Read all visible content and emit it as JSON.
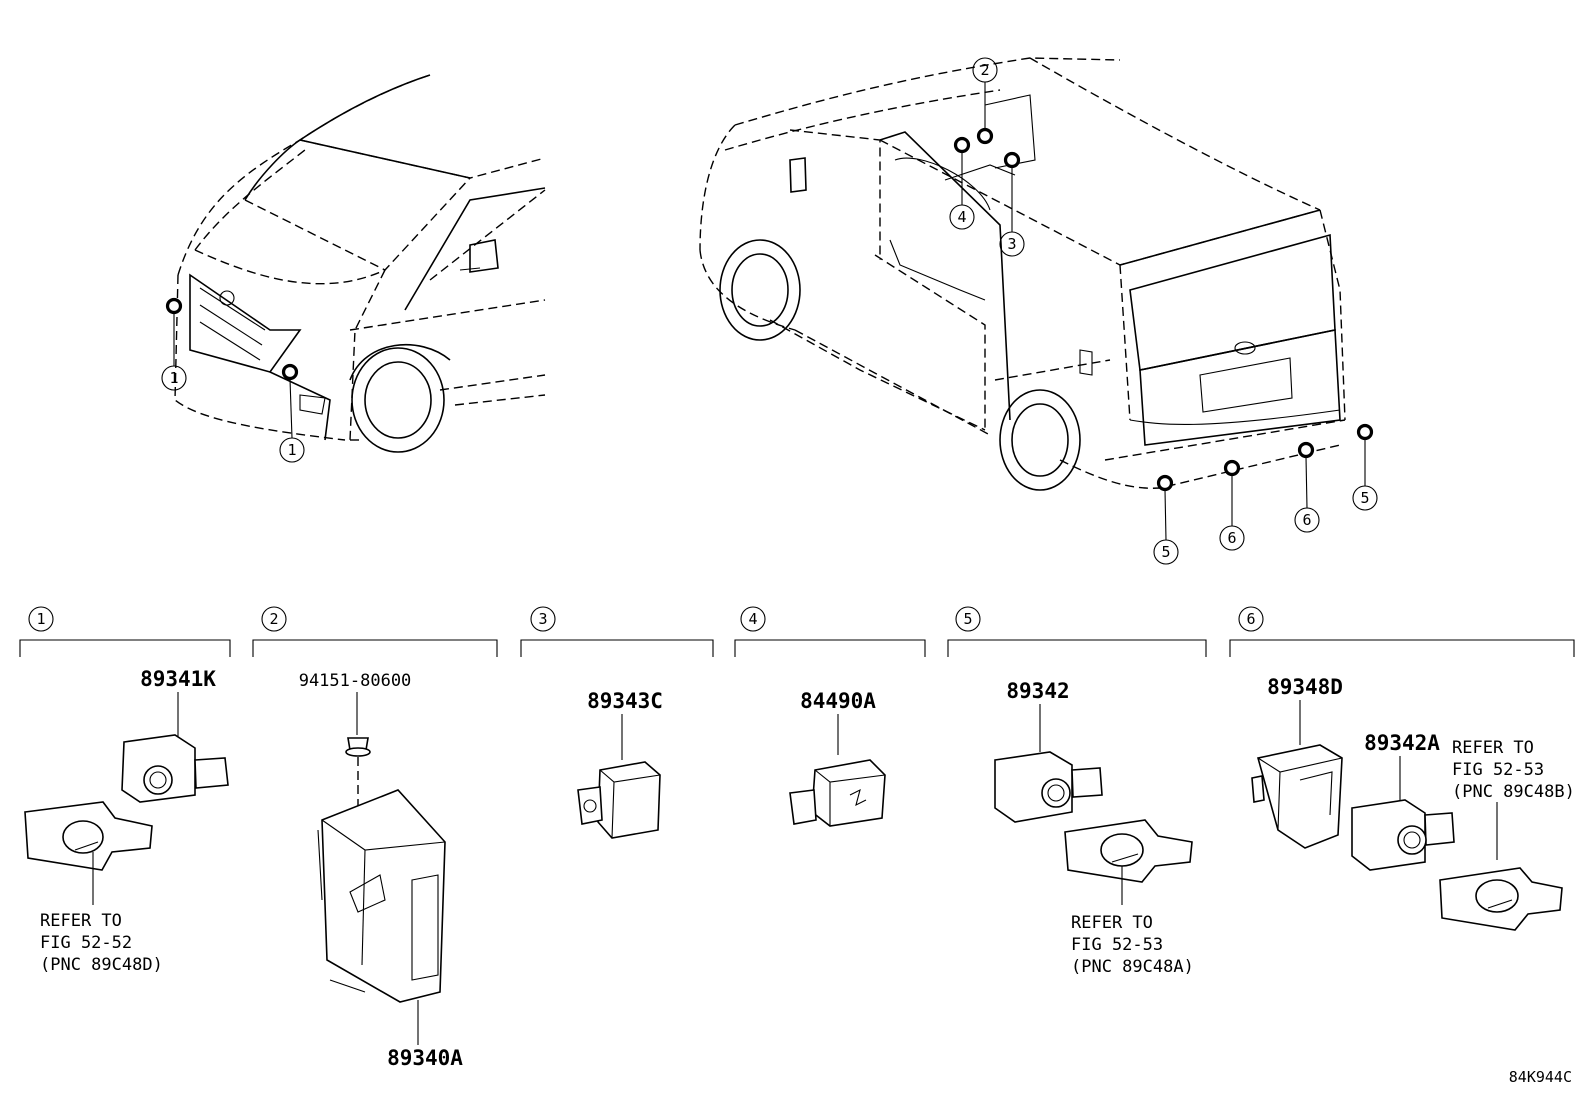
{
  "figure_id": "84K944C",
  "groups": [
    {
      "num": "1",
      "parts": [
        "89341K"
      ],
      "refer": [
        "REFER TO",
        "FIG 52-52",
        "(PNC 89C48D)"
      ]
    },
    {
      "num": "2",
      "parts": [
        "94151-80600",
        "89340A"
      ],
      "refer": []
    },
    {
      "num": "3",
      "parts": [
        "89343C"
      ],
      "refer": []
    },
    {
      "num": "4",
      "parts": [
        "84490A"
      ],
      "refer": []
    },
    {
      "num": "5",
      "parts": [
        "89342"
      ],
      "refer": [
        "REFER TO",
        "FIG 52-53",
        "(PNC 89C48A)"
      ]
    },
    {
      "num": "6",
      "parts": [
        "89348D",
        "89342A"
      ],
      "refer": [
        "REFER TO",
        "FIG 52-53",
        "(PNC 89C48B)"
      ]
    }
  ],
  "vehicle_callouts": {
    "front": [
      "1",
      "1"
    ],
    "rear": [
      "2",
      "4",
      "3",
      "5",
      "6",
      "6",
      "5"
    ]
  }
}
